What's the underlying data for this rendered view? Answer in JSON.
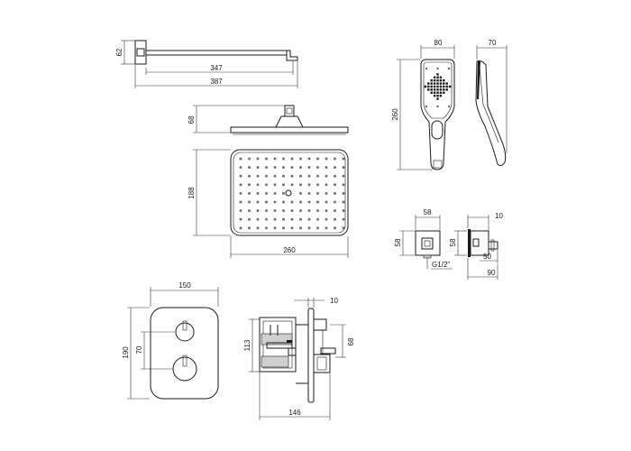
{
  "dimensions": {
    "arm_height": "62",
    "arm_length": "347",
    "arm_total": "387",
    "head_thickness": "68",
    "head_depth": "188",
    "head_width": "260",
    "hand_width": "80",
    "hand_length": "260",
    "hand_side": "70",
    "outlet_width": "58",
    "outlet_height": "58",
    "outlet_thread": "G1/2\"",
    "outlet_side_a": "10",
    "outlet_side_b": "58",
    "outlet_side_c": "50",
    "outlet_side_total": "90",
    "plate_width": "150",
    "plate_height": "190",
    "knob_spacing": "70",
    "valve_plate": "10",
    "valve_height": "113",
    "valve_offset": "68",
    "valve_depth": "146"
  }
}
